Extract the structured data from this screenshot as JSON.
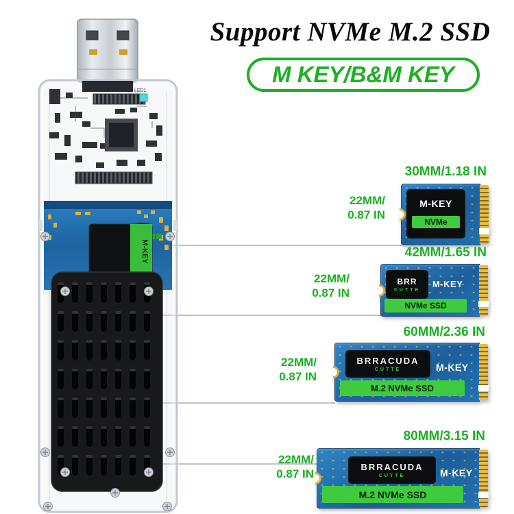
{
  "title": "Support NVMe M.2 SSD",
  "badge": "M KEY/B&M KEY",
  "enclosure": {
    "led_label": "LED1",
    "installed_label": "M-KEY"
  },
  "ssds": [
    {
      "length_label": "30MM/1.18 IN",
      "width_line1": "22MM/",
      "width_line2": "0.87 IN",
      "key_label": "M-KEY",
      "strip_label": "NVMe"
    },
    {
      "length_label": "42MM/1.65 IN",
      "width_line1": "22MM/",
      "width_line2": "0.87 IN",
      "brand": "BRR",
      "sub_brand": "CUTTE",
      "key_label": "M-KEY",
      "strip_label": "NVMe SSD"
    },
    {
      "length_label": "60MM/2.36 IN",
      "width_line1": "22MM/",
      "width_line2": "0.87 IN",
      "brand": "BRRACUDA",
      "sub_brand": "CUTTE",
      "key_label": "M-KEY",
      "strip_label": "M.2 NVMe SSD"
    },
    {
      "length_label": "80MM/3.15 IN",
      "width_line1": "22MM/",
      "width_line2": "0.87 IN",
      "brand": "BRRACUDA",
      "sub_brand": "CUTTE",
      "key_label": "M-KEY",
      "strip_label": "M.2 NVMe SSD"
    }
  ],
  "colors": {
    "accent_green": "#1cb022",
    "strip_green": "#3fca3f",
    "pcb_blue": "#2176b5",
    "gold": "#d9b23a"
  }
}
